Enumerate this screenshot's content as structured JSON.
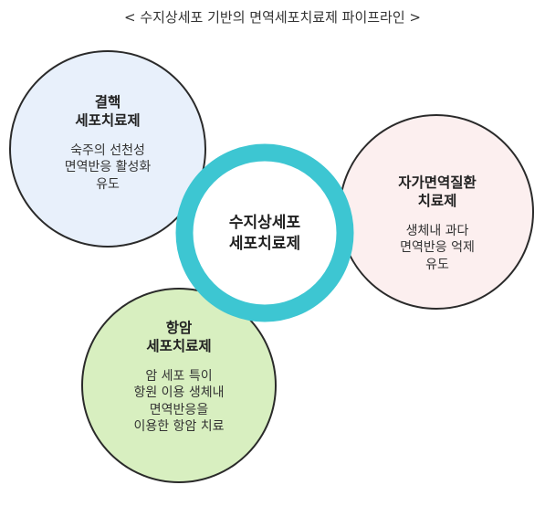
{
  "title": "< 수지상세포 기반의 면역세포치료제 파이프라인 >",
  "center": {
    "line1": "수지상세포",
    "line2": "세포치료제",
    "ring_color": "#3dc6d2"
  },
  "nodes": {
    "tb": {
      "head1": "결핵",
      "head2": "세포치료제",
      "body": [
        "숙주의 선천성",
        "면역반응 활성화",
        "유도"
      ],
      "fill": "#e8f0fb"
    },
    "auto": {
      "head1": "자가면역질환",
      "head2": "치료제",
      "body": [
        "생체내 과다",
        "면역반응 억제",
        "유도"
      ],
      "fill": "#fcefef"
    },
    "cancer": {
      "head1": "항암",
      "head2": "세포치료제",
      "body": [
        "암 세포 특이",
        "항원 이용 생체내",
        "면역반응을",
        "이용한 항암 치료"
      ],
      "fill": "#d8efc0"
    }
  }
}
